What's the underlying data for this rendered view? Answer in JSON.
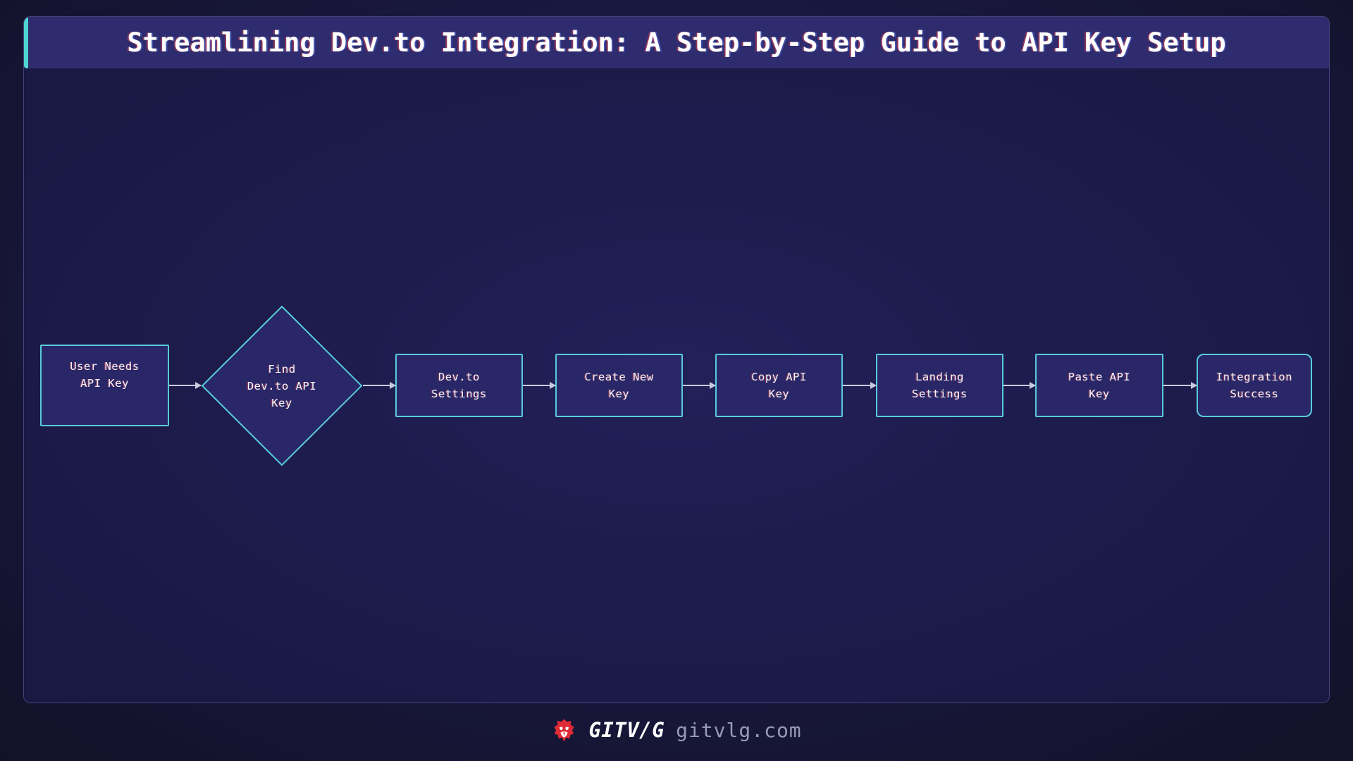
{
  "title": "Streamlining Dev.to Integration: A Step-by-Step Guide to API Key Setup",
  "flowchart": {
    "nodes": [
      {
        "id": "user-needs-api-key",
        "shape": "rectangle",
        "lines": [
          "User Needs",
          "API Key"
        ]
      },
      {
        "id": "find-devto-api-key",
        "shape": "diamond",
        "lines": [
          "Find",
          "Dev.to API",
          "Key"
        ]
      },
      {
        "id": "devto-settings",
        "shape": "rectangle",
        "lines": [
          "Dev.to",
          "Settings"
        ]
      },
      {
        "id": "create-new-key",
        "shape": "rectangle",
        "lines": [
          "Create New",
          "Key"
        ]
      },
      {
        "id": "copy-api-key",
        "shape": "rectangle",
        "lines": [
          "Copy API",
          "Key"
        ]
      },
      {
        "id": "landing-settings",
        "shape": "rectangle",
        "lines": [
          "Landing",
          "Settings"
        ]
      },
      {
        "id": "paste-api-key",
        "shape": "rectangle",
        "lines": [
          "Paste API",
          "Key"
        ]
      },
      {
        "id": "integration-success",
        "shape": "rounded-rectangle",
        "lines": [
          "Integration",
          "Success"
        ]
      }
    ],
    "connections": [
      "user-needs-api-key -> find-devto-api-key",
      "find-devto-api-key -> devto-settings",
      "devto-settings -> create-new-key",
      "create-new-key -> copy-api-key",
      "copy-api-key -> landing-settings",
      "landing-settings -> paste-api-key",
      "paste-api-key -> integration-success"
    ]
  },
  "footer": {
    "logo": "lion-icon",
    "brand": "GITV/G",
    "domain": "gitvlg.com"
  },
  "colors": {
    "header_bg": "#2e2c6e",
    "accent_teal": "#4fd6d2",
    "node_fill": "#292767",
    "node_border": "#58cbda",
    "arrow_color": "#c9cade",
    "brand_red": "#df2b35",
    "footer_gray": "#959bb4"
  }
}
